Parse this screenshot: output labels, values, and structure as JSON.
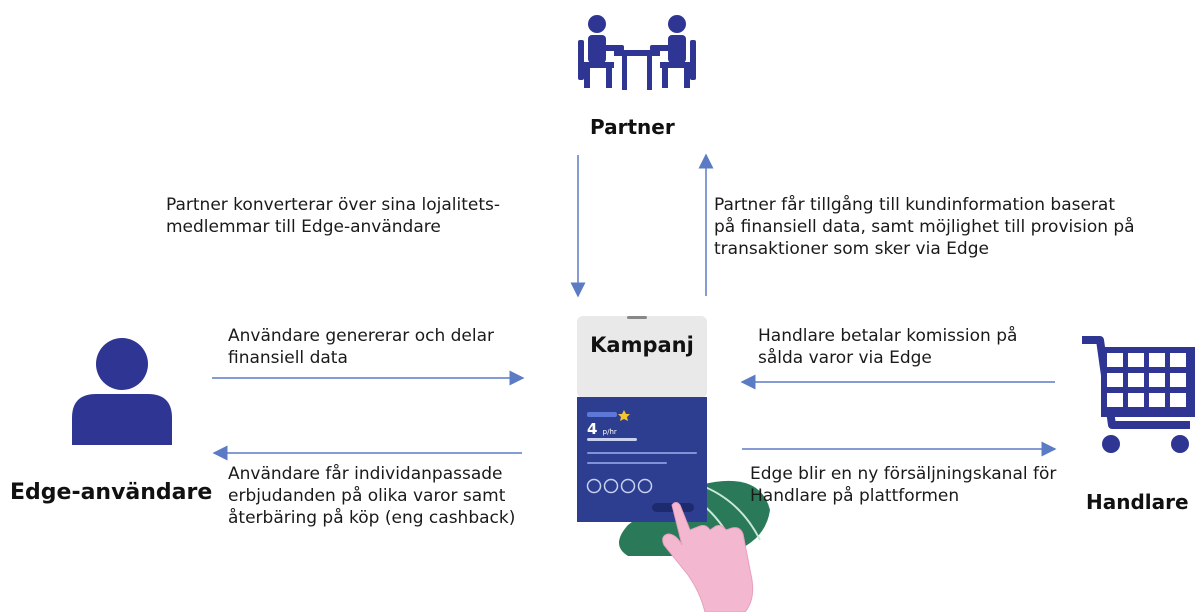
{
  "nodes": {
    "partner": "Partner",
    "user": "Edge-användare",
    "merchant": "Handlare"
  },
  "card": {
    "title": "Kampanj",
    "price_value": "4",
    "price_unit": "p/hr"
  },
  "flows": {
    "partner_to_edge": [
      "Partner konverterar över sina lojalitets-",
      "medlemmar till Edge-användare"
    ],
    "edge_to_partner": [
      "Partner får tillgång till kundinformation baserat",
      "på finansiell data, samt möjlighet till provision på",
      "transaktioner som sker via Edge"
    ],
    "user_to_edge": [
      "Användare genererar och delar",
      "finansiell data"
    ],
    "edge_to_user": [
      "Användare får individanpassade",
      "erbjudanden på olika varor samt",
      "återbäring på köp (eng cashback)"
    ],
    "merchant_to_edge": [
      "Handlare betalar komission på",
      "sålda varor via Edge"
    ],
    "edge_to_merchant": [
      "Edge blir en ny försäljningskanal för",
      "Handlare på plattformen"
    ]
  },
  "colors": {
    "icon": "#2e3592",
    "arrow": "#5b7cc4",
    "card_blue": "#2d3e91",
    "leaf": "#2a7a5a",
    "hand": "#f3b8d0"
  }
}
